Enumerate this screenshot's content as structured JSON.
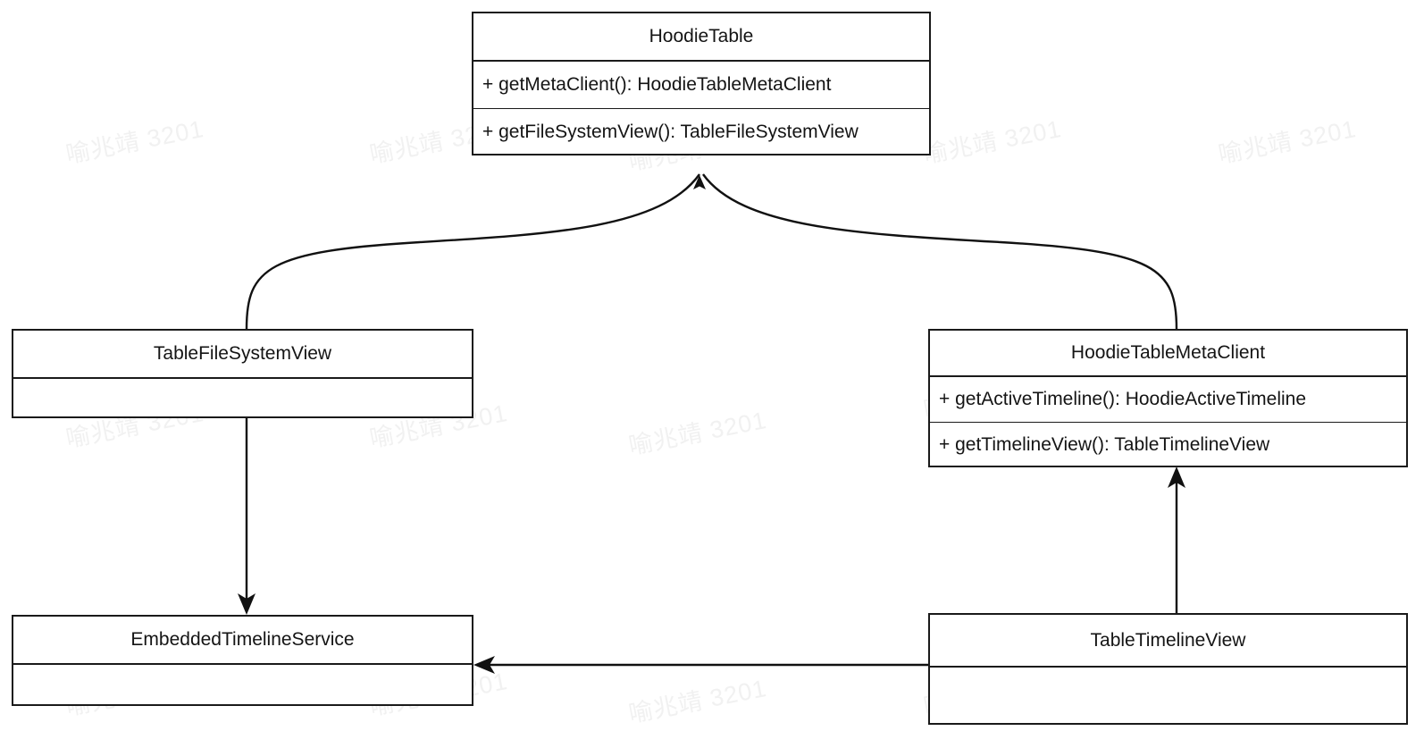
{
  "diagram": {
    "type": "uml-class-diagram",
    "background_color": "#ffffff",
    "stroke_color": "#1a1a1a",
    "text_color": "#141414",
    "watermark": {
      "text": "喻兆靖 3201",
      "color": "#f1f1f1",
      "rotation_deg": -11
    },
    "classes": [
      {
        "id": "hoodietable",
        "name": "HoodieTable",
        "members": [
          "+ getMetaClient(): HoodieTableMetaClient",
          "+ getFileSystemView(): TableFileSystemView"
        ]
      },
      {
        "id": "tablefilesystemview",
        "name": "TableFileSystemView",
        "members": []
      },
      {
        "id": "hoodietablemetaclient",
        "name": "HoodieTableMetaClient",
        "members": [
          "+ getActiveTimeline(): HoodieActiveTimeline",
          "+ getTimelineView(): TableTimelineView"
        ]
      },
      {
        "id": "embeddedtimelineservice",
        "name": "EmbeddedTimelineService",
        "members": []
      },
      {
        "id": "tabletimelineview",
        "name": "TableTimelineView",
        "members": []
      }
    ],
    "edges": [
      {
        "id": "edge-tablefilesystemview-to-hoodietable",
        "from": "TableFileSystemView",
        "to": "HoodieTable",
        "arrow": "filled-triangle",
        "style": "curved"
      },
      {
        "id": "edge-hoodietablemetaclient-to-hoodietable",
        "from": "HoodieTableMetaClient",
        "to": "HoodieTable",
        "arrow": "filled-triangle",
        "style": "curved"
      },
      {
        "id": "edge-tablefilesystemview-to-embeddedtimelineservice",
        "from": "TableFileSystemView",
        "to": "EmbeddedTimelineService",
        "arrow": "filled-triangle",
        "style": "straight-vertical"
      },
      {
        "id": "edge-tabletimelineview-to-hoodietablemetaclient",
        "from": "TableTimelineView",
        "to": "HoodieTableMetaClient",
        "arrow": "filled-triangle",
        "style": "straight-vertical"
      },
      {
        "id": "edge-tabletimelineview-to-embeddedtimelineservice",
        "from": "TableTimelineView",
        "to": "EmbeddedTimelineService",
        "arrow": "filled-triangle",
        "style": "straight-horizontal"
      }
    ]
  }
}
